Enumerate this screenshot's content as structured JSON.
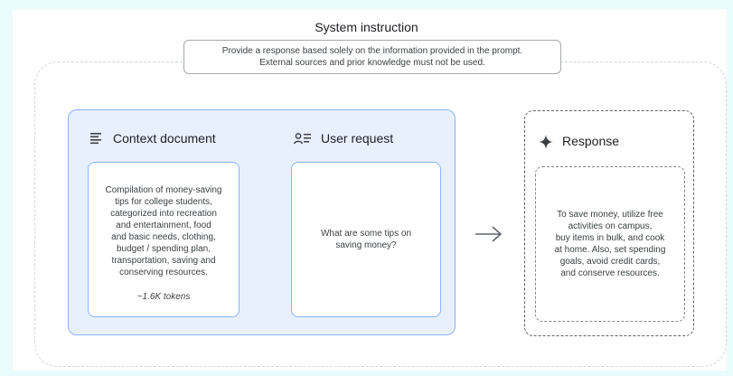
{
  "system_instruction": {
    "title": "System instruction",
    "lines": [
      "Provide a response based solely on the information provided in the prompt.",
      "External sources and prior knowledge must not be used."
    ]
  },
  "context_document": {
    "label": "Context document",
    "icon": "document-lines-icon",
    "lines": [
      "Compilation of money-saving",
      "tips for college students,",
      "categorized into recreation",
      "and entertainment, food",
      "and basic needs, clothing,",
      "budget / spending plan,",
      "transportation, saving and",
      "conserving resources."
    ],
    "tokens": "~1.6K tokens"
  },
  "user_request": {
    "label": "User request",
    "icon": "user-list-icon",
    "lines": [
      "What are some tips on",
      "saving money?"
    ]
  },
  "response": {
    "label": "Response",
    "icon": "sparkle-icon",
    "lines": [
      "To save money, utilize free",
      "activities on campus,",
      "buy items in bulk, and cook",
      "at home. Also, set spending",
      "goals, avoid credit cards,",
      "and conserve resources."
    ]
  },
  "colors": {
    "background": "#eafbfd",
    "input_panel_fill": "#e8f0fe",
    "input_panel_border": "#8ab4f8",
    "response_border": "#5f6368"
  }
}
